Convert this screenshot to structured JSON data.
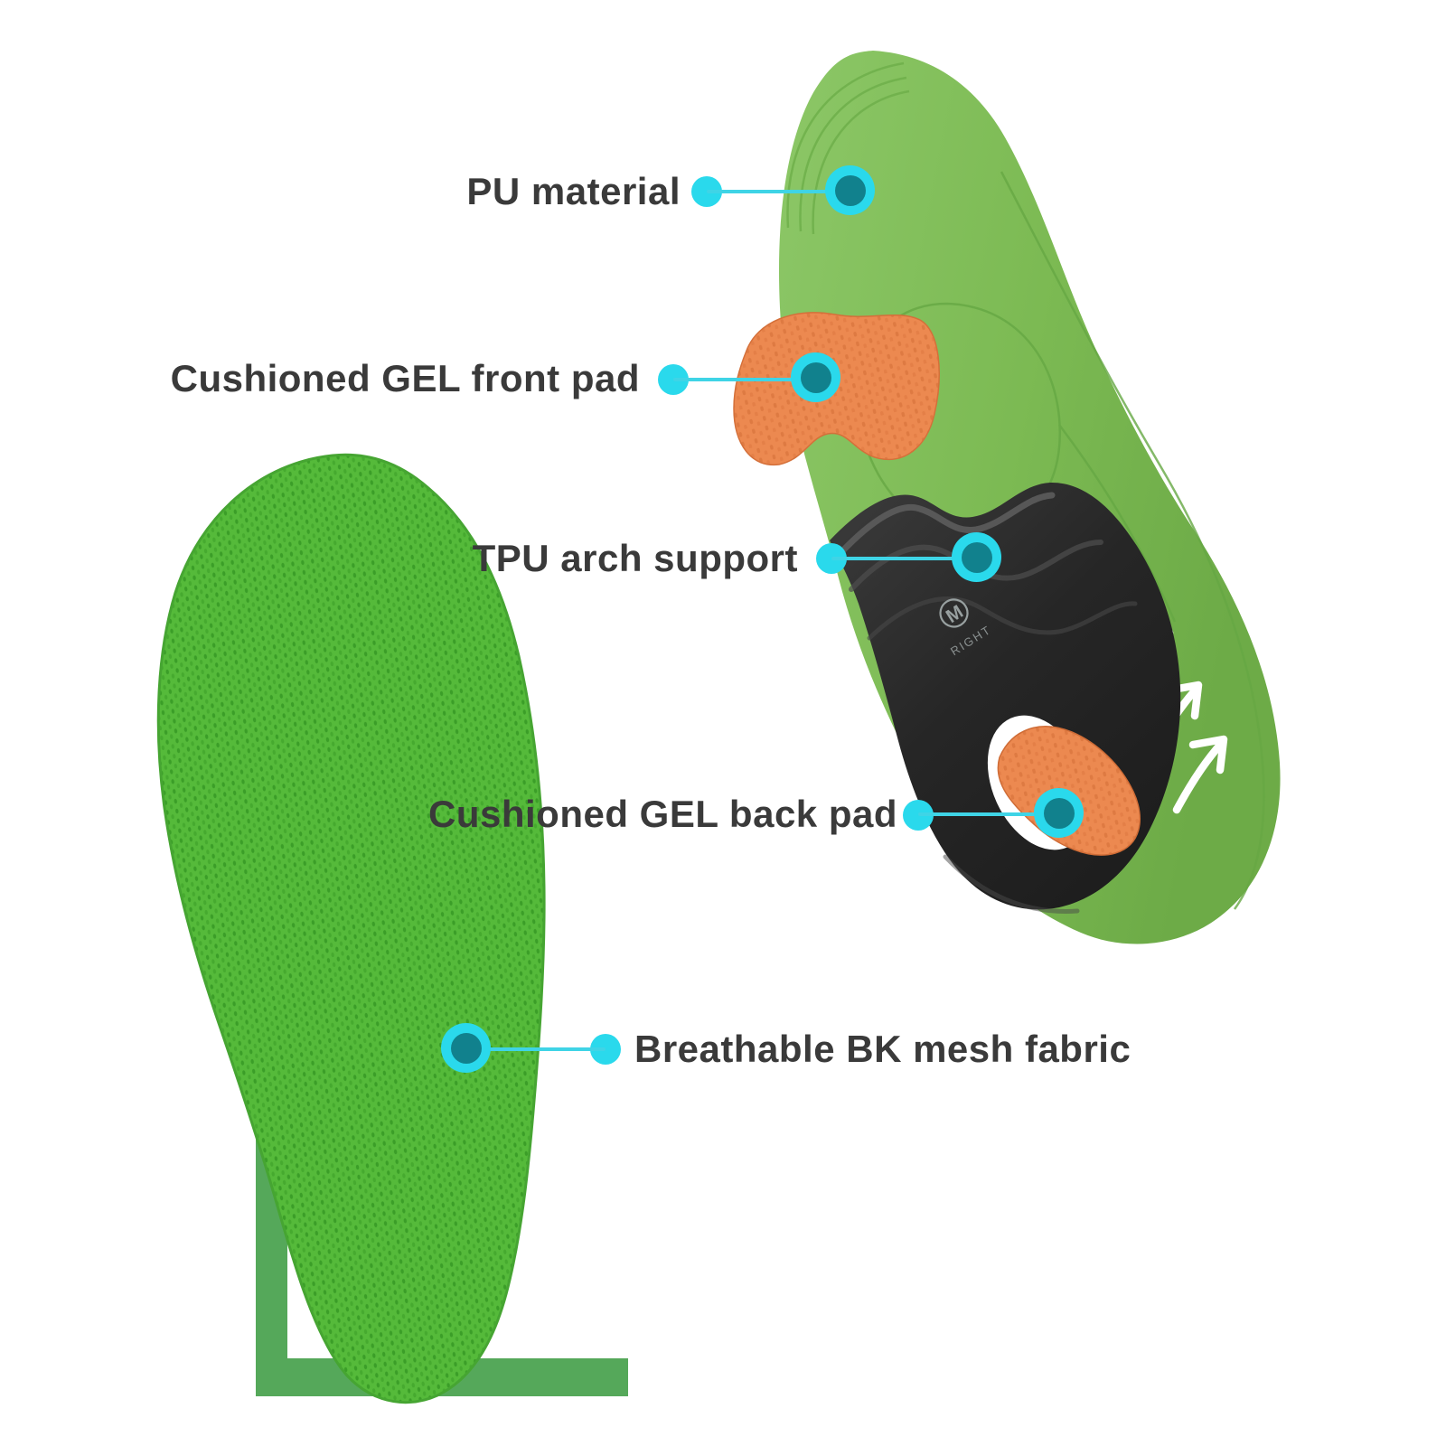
{
  "page": {
    "background_color": "#ffffff"
  },
  "callouts": [
    {
      "label": "PU material"
    },
    {
      "label": "Cushioned GEL front pad"
    },
    {
      "label": "TPU arch support"
    },
    {
      "label": "Cushioned GEL back pad"
    },
    {
      "label": "Breathable BK mesh fabric"
    }
  ],
  "illustration": {
    "right_insole": {
      "logo_letter": "M",
      "side_label": "RIGHT"
    },
    "colors": {
      "insole_green": "#82c05c",
      "mesh_green": "#55ba3a",
      "pad_orange": "#ec8950",
      "arch_black": "#2a2a2a",
      "accent_cyan": "#2ad9ec",
      "marker_teal": "#11818d",
      "frame_green": "#55a85a",
      "label_text": "#3a3a3a"
    }
  }
}
